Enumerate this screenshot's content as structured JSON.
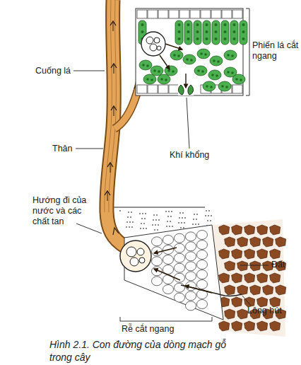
{
  "diagram": {
    "caption": "Hình 2.1. Con đường của dòng mạch gỗ trong cây",
    "labels": [
      "Cuống lá",
      "Phiến lá cắt ngang",
      "Thân",
      "Khí khổng",
      "Hướng đi của nước và các chất tan",
      "Đất",
      "Lông hút",
      "Rễ cắt ngang"
    ]
  }
}
